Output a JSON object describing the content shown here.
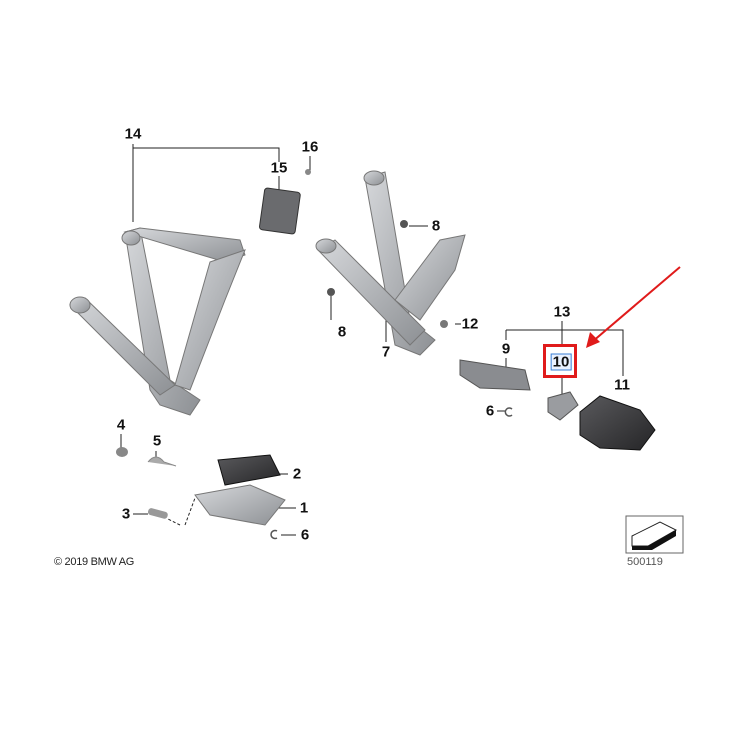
{
  "diagram": {
    "callouts": [
      {
        "id": "14",
        "text": "14"
      },
      {
        "id": "15",
        "text": "15"
      },
      {
        "id": "16",
        "text": "16"
      },
      {
        "id": "8a",
        "text": "8"
      },
      {
        "id": "8b",
        "text": "8"
      },
      {
        "id": "7",
        "text": "7"
      },
      {
        "id": "12",
        "text": "12"
      },
      {
        "id": "13",
        "text": "13"
      },
      {
        "id": "9",
        "text": "9"
      },
      {
        "id": "10",
        "text": "10"
      },
      {
        "id": "11",
        "text": "11"
      },
      {
        "id": "6a",
        "text": "6"
      },
      {
        "id": "4",
        "text": "4"
      },
      {
        "id": "5",
        "text": "5"
      },
      {
        "id": "2",
        "text": "2"
      },
      {
        "id": "1",
        "text": "1"
      },
      {
        "id": "3",
        "text": "3"
      },
      {
        "id": "6b",
        "text": "6"
      }
    ],
    "highlighted_part": "10",
    "copyright": "© 2019 BMW AG",
    "diagram_number": "500119"
  },
  "colors": {
    "highlight_box": "#e01b1b",
    "arrow": "#e01b1b",
    "part_gray": "#a9acb0",
    "part_dark": "#3a3a3c"
  }
}
